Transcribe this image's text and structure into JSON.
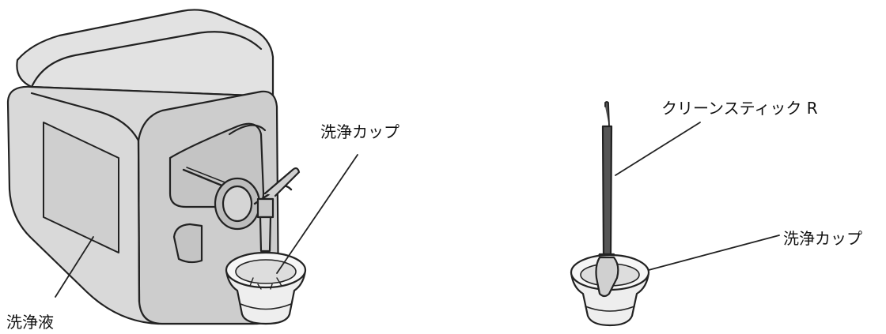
{
  "figure": {
    "left": {
      "cleaning_cup_label": "洗浄カップ",
      "cleaning_liquid_label": "洗浄液"
    },
    "right": {
      "clean_stick_label": "クリーンスティック R",
      "cleaning_cup_label": "洗浄カップ"
    }
  },
  "colors": {
    "line": "#222222",
    "container_body": "#d9d9d9",
    "container_shade": "#c4c4c4",
    "cup_fill": "#eeeeee",
    "liquid": "#cfcfcf",
    "stick": "#555555",
    "swab": "#d0d0d0"
  }
}
